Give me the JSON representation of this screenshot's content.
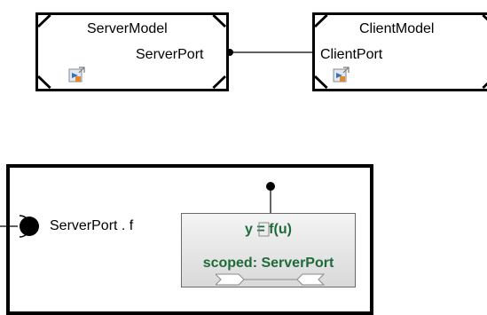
{
  "server_model": {
    "title": "ServerModel",
    "port_label": "ServerPort"
  },
  "client_model": {
    "title": "ClientModel",
    "port_label": "ClientPort"
  },
  "subsystem": {
    "port_label": "ServerPort . f",
    "function_block": {
      "expression": "y = f(u)",
      "scope": "scoped: ServerPort"
    }
  },
  "icons": [
    "model-reference-icon",
    "inport-circle-icon",
    "trigger-port-icon",
    "bus-connector-icon"
  ],
  "colors": {
    "block_border": "#000000",
    "function_text": "#1e6b3a",
    "block_fill": "#e6e6e6"
  }
}
